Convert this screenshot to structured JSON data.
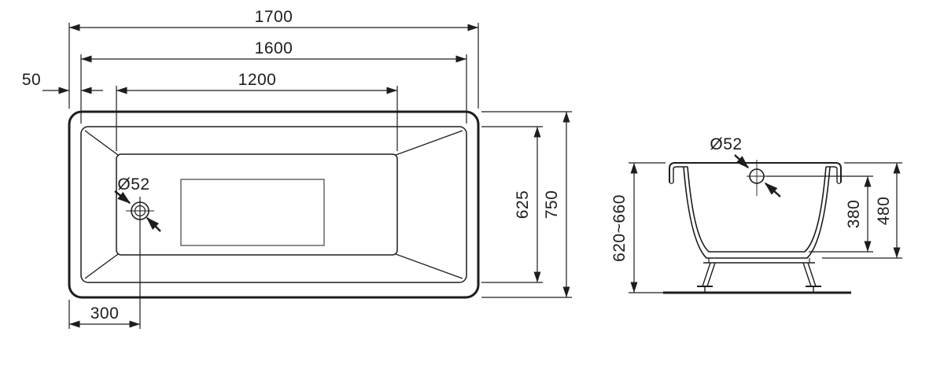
{
  "title": "Bathtub dimensions technical drawing",
  "colors": {
    "line": "#1d1d1b",
    "background": "#ffffff"
  },
  "top_view": {
    "labels": {
      "length_total": "1700",
      "length_inner": "1600",
      "length_floor": "1200",
      "rim_offset": "50",
      "width_inner": "625",
      "width_total": "750",
      "drain_offset": "300",
      "drain_diameter": "Ø52"
    }
  },
  "section_view": {
    "labels": {
      "drain_diameter": "Ø52",
      "height_total": "620~660",
      "depth_inner": "380",
      "height_shell": "480"
    }
  }
}
